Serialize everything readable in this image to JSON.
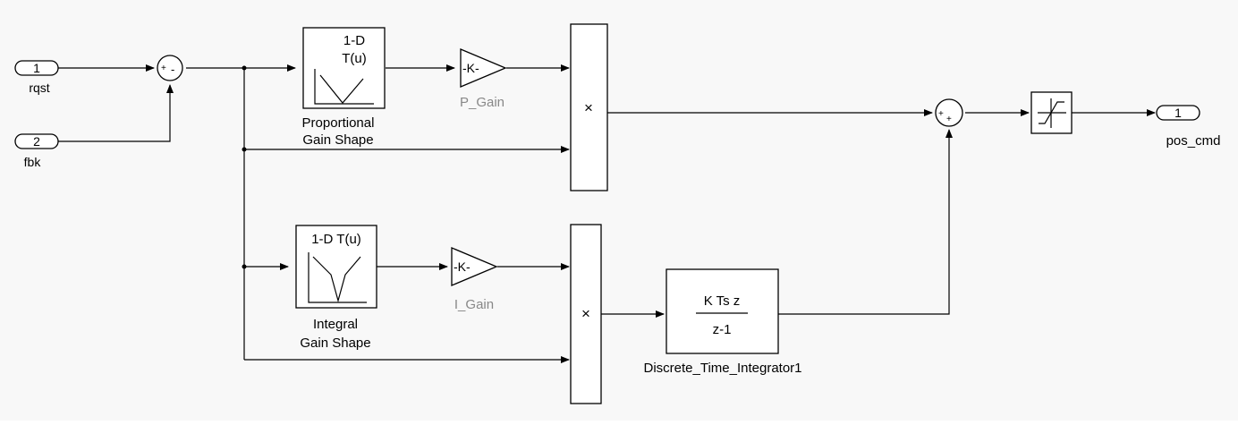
{
  "ports": {
    "in1": {
      "number": "1",
      "name": "rqst"
    },
    "in2": {
      "number": "2",
      "name": "fbk"
    },
    "out1": {
      "number": "1",
      "name": "pos_cmd"
    }
  },
  "sum1": {
    "signs": [
      "+",
      "-"
    ]
  },
  "sum2": {
    "signs": [
      "+",
      "+"
    ]
  },
  "lookup_p": {
    "header_line1": "1-D",
    "header_line2": "T(u)",
    "label_line1": "Proportional",
    "label_line2": "Gain Shape"
  },
  "lookup_i": {
    "header": "1-D T(u)",
    "label_line1": "Integral",
    "label_line2": "Gain Shape"
  },
  "gain_p": {
    "value": "-K-",
    "name": "P_Gain"
  },
  "gain_i": {
    "value": "-K-",
    "name": "I_Gain"
  },
  "product_p": {
    "symbol": "×"
  },
  "product_i": {
    "symbol": "×"
  },
  "integrator": {
    "numerator": "K Ts z",
    "denominator": "z-1",
    "name": "Discrete_Time_Integrator1"
  },
  "colors": {
    "background": "#f8f8f8",
    "block_fill": "#ffffff",
    "line": "#000000",
    "gain_name": "#888888"
  }
}
